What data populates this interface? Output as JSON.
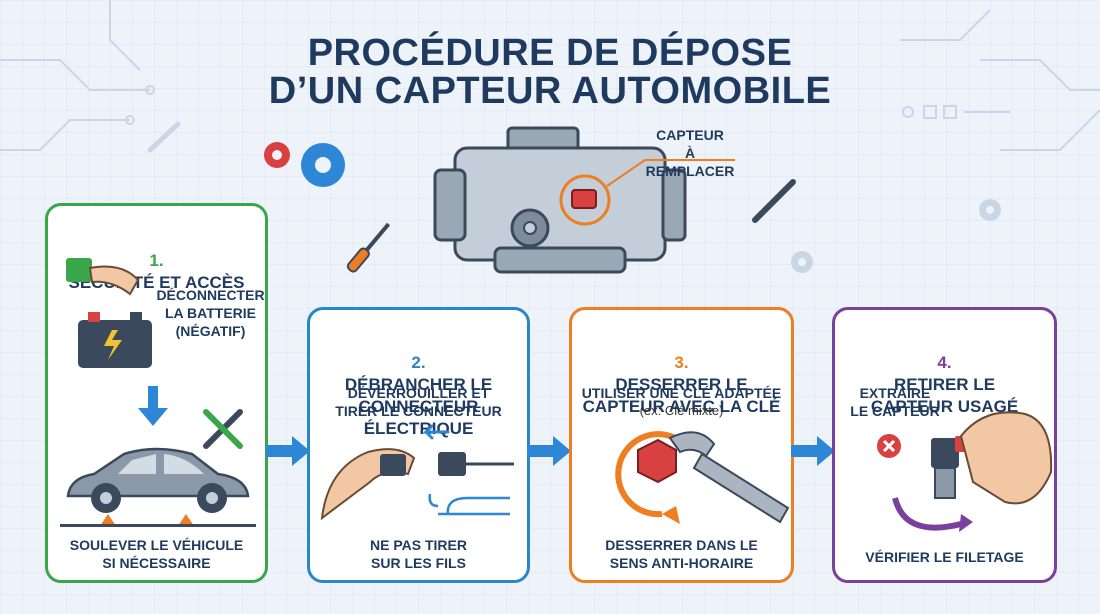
{
  "header": {
    "title_line1": "PROCÉDURE DE DÉPOSE",
    "title_line2": "D’UN CAPTEUR AUTOMOBILE"
  },
  "engine": {
    "callout": "CAPTEUR\nÀ REMPLACER"
  },
  "steps": [
    {
      "number": "1.",
      "title": "SÉCURITÉ ET ACCÈS",
      "color": "#3aa64a",
      "instruction_top": "DÉCONNECTER\nLA BATTERIE\n(NÉGATIF)",
      "instruction_bottom": "SOULEVER LE VÉHICULE\nSI NÉCESSAIRE"
    },
    {
      "number": "2.",
      "title": "DÉBRANCHER LE\nCONNECTEUR ÉLECTRIQUE",
      "color": "#2b86c8",
      "instruction_top": "DÉVERROUILLER ET\nTIRER LE CONNECTEUR",
      "instruction_bottom": "NE PAS TIRER\nSUR LES FILS"
    },
    {
      "number": "3.",
      "title": "DESSERRER LE\nCAPTEUR AVEC LA CLÉ",
      "color": "#ef7d22",
      "instruction_top": "UTILISER UNE CLÉ ADAPTÉE",
      "instruction_note": "(ex: Clé mixte)",
      "instruction_bottom": "DESSERRER DANS LE\nSENS ANTI-HORAIRE"
    },
    {
      "number": "4.",
      "title": "RETIRER LE\nCAPTEUR USAGÉ",
      "color": "#7b3f9e",
      "instruction_top": "EXTRAIRE\nLE CAPTEUR",
      "instruction_bottom": "VÉRIFIER LE FILETAGE"
    }
  ],
  "colors": {
    "title": "#1f3a5f",
    "arrow": "#2e86d6",
    "sensor": "#d94141",
    "background": "#eef3f9"
  }
}
